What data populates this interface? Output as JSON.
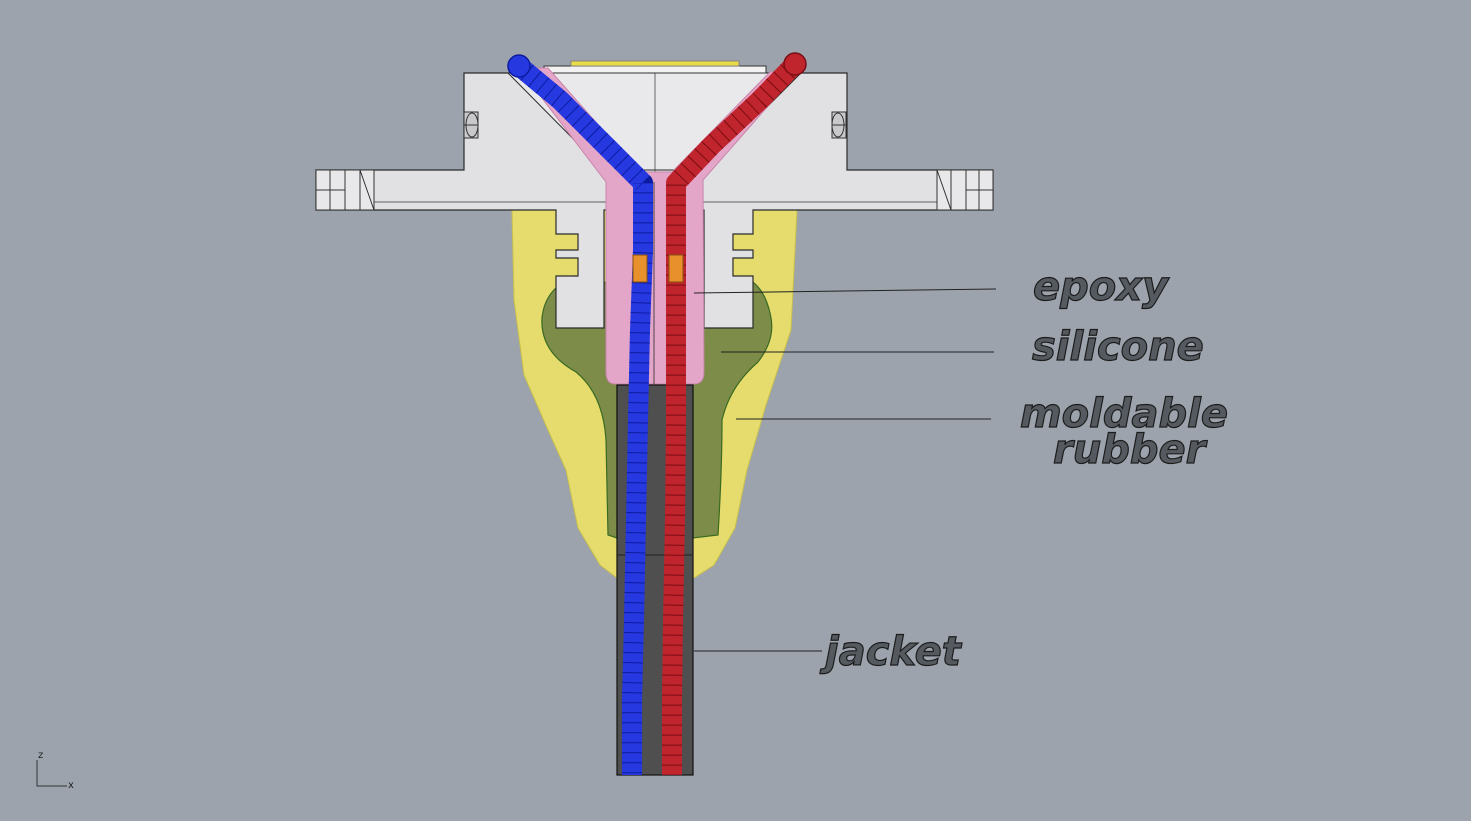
{
  "diagram": {
    "labels": {
      "epoxy": "epoxy",
      "silicone": "silicone",
      "moldable_line1": "moldable",
      "moldable_line2": "rubber",
      "jacket": "jacket"
    },
    "axes": {
      "z": "z",
      "x": "x"
    },
    "colors": {
      "background": "#9da3ad",
      "housing": "#e1e1e3",
      "moldable_rubber": "#e6dc6e",
      "silicone": "#7d8c48",
      "epoxy": "#e4a6c8",
      "jacket": "#4f4f4f",
      "wire_blue": "#2638e0",
      "wire_red": "#c0242c",
      "connector_orange": "#e8902c"
    }
  }
}
